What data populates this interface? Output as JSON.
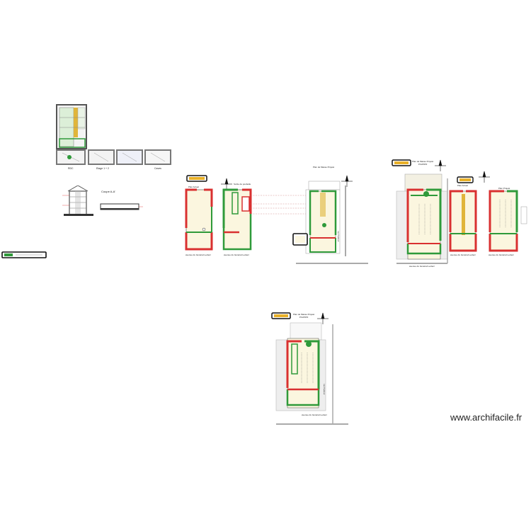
{
  "watermark": "www.archifacile.fr",
  "colors": {
    "wall_demolish": "#d93030",
    "wall_new": "#2f9a3a",
    "wall_existing": "#7a7a7a",
    "floor_fill": "#fbf6df",
    "stair": "#e0b53a",
    "title_box": "#e8b028"
  },
  "sheet_a": {
    "plans": [
      "RDC",
      "Etage 1 + 2",
      "",
      "Caves"
    ]
  },
  "section": {
    "title": "Coupe A-A'"
  },
  "sheet_b": {
    "plan1_title": "Plan Actuel",
    "plan1_street": "avenue du Général Leclerc",
    "plan2_title": "Sortie de poubelle",
    "plan2_street": "avenue du Général Leclerc",
    "plan3_title": "Plan de Masse Projeté",
    "plan3_side_street": "rue Pasteur"
  },
  "sheet_c": {
    "mass_title_line1": "Plan de Masse Projeté",
    "mass_title_line2": "PC2/DP2",
    "mass_street": "avenue du Général Leclerc",
    "mid_title": "Plan Actuel",
    "mid_street": "avenue du Général Leclerc",
    "right_title": "Plan Projeté",
    "right_street": "avenue du Général Leclerc"
  },
  "sheet_d": {
    "title_line1": "Plan de Masse Projeté",
    "title_line2": "PC2/DP2",
    "street": "avenue du Général Leclerc",
    "side_street": "rue Pasteur"
  }
}
